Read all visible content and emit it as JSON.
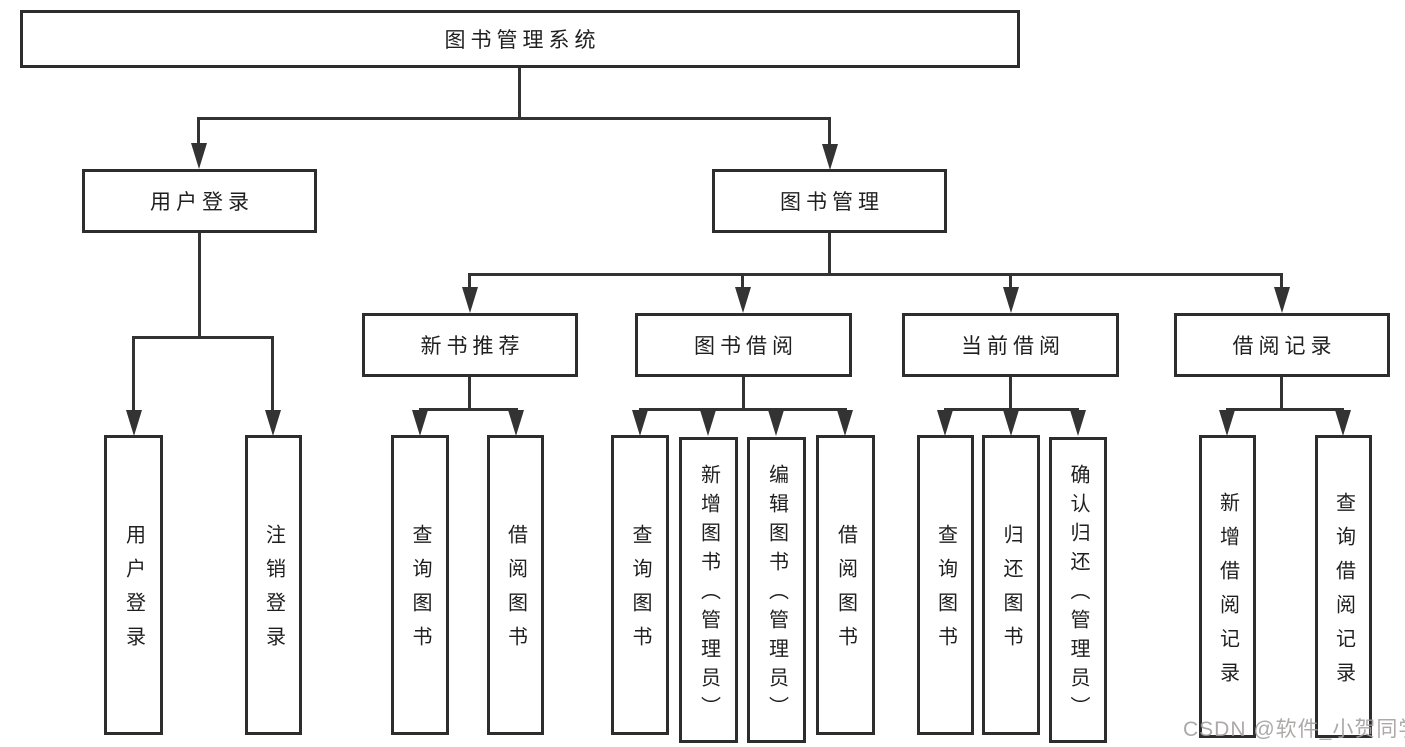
{
  "diagram": {
    "type": "tree",
    "title": "图书管理系统",
    "colors": {
      "line": "#333333",
      "box_border": "#2d2d2d",
      "text": "#1f1f1f",
      "watermark": "#a3a0a0",
      "background": "#ffffff"
    },
    "nodes": {
      "root": "图书管理系统",
      "user_login": "用户登录",
      "book_management": "图书管理",
      "new_book_recommend": "新书推荐",
      "book_borrowing": "图书借阅",
      "current_borrowing": "当前借阅",
      "borrowing_records": "借阅记录",
      "leaf_user_login": "用户登录",
      "leaf_logout": "注销登录",
      "leaf_query_books_1": "查询图书",
      "leaf_borrow_books_1": "借阅图书",
      "leaf_query_books_2": "查询图书",
      "leaf_add_books_admin": "新增图书（管理员）",
      "leaf_edit_books_admin": "编辑图书（管理员）",
      "leaf_borrow_books_2": "借阅图书",
      "leaf_query_books_3": "查询图书",
      "leaf_return_books": "归还图书",
      "leaf_confirm_return_admin": "确认归还（管理员）",
      "leaf_add_borrow_record": "新增借阅记录",
      "leaf_query_borrow_record": "查询借阅记录"
    },
    "hierarchy": {
      "图书管理系统": {
        "用户登录": [
          "用户登录",
          "注销登录"
        ],
        "图书管理": {
          "新书推荐": [
            "查询图书",
            "借阅图书"
          ],
          "图书借阅": [
            "查询图书",
            "新增图书（管理员）",
            "编辑图书（管理员）",
            "借阅图书"
          ],
          "当前借阅": [
            "查询图书",
            "归还图书",
            "确认归还（管理员）"
          ],
          "借阅记录": [
            "新增借阅记录",
            "查询借阅记录"
          ]
        }
      }
    }
  },
  "watermark": "CSDN @软件_小贺同学"
}
